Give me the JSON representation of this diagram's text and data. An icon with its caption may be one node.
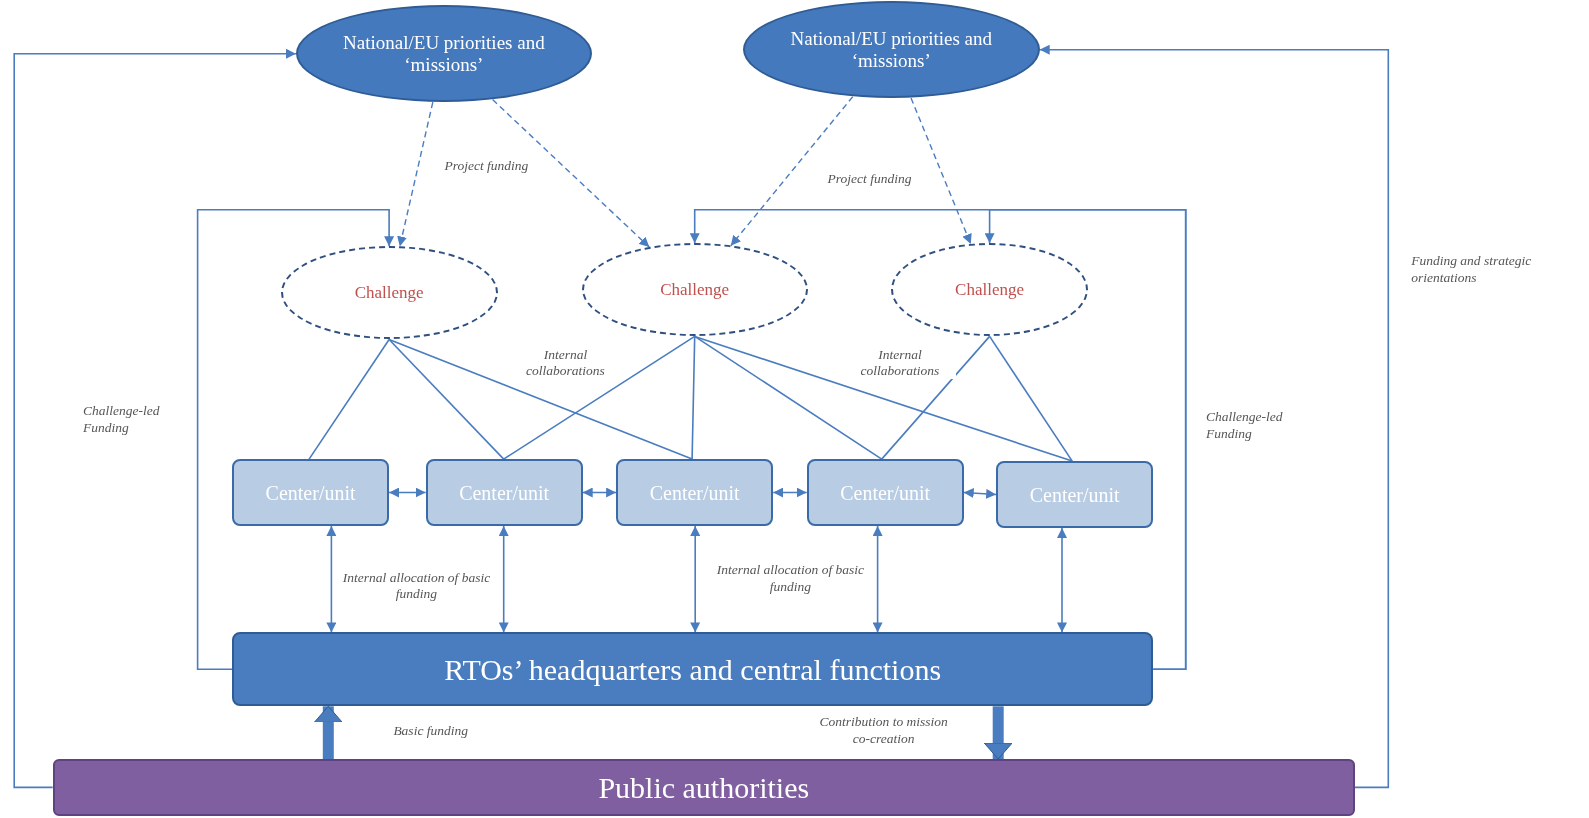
{
  "diagram": {
    "nodes": [
      {
        "text": [
          "National/EU priorities and ‘missions’"
        ]
      },
      {
        "text": [
          "National/EU priorities and ‘missions’"
        ]
      },
      {
        "text": [
          "Challenge"
        ]
      },
      {
        "text": [
          "Challenge"
        ]
      },
      {
        "text": [
          "Challenge"
        ]
      },
      {
        "text": [
          "Center/unit"
        ]
      },
      {
        "text": [
          "Center/unit"
        ]
      },
      {
        "text": [
          "Center/unit"
        ]
      },
      {
        "text": [
          "Center/unit"
        ]
      },
      {
        "text": [
          "Center/unit"
        ]
      },
      {
        "text": [
          "RTOs’ headquarters and central functions"
        ]
      },
      {
        "text": [
          "Public authorities"
        ]
      }
    ],
    "edges": [
      {
        "from": 11,
        "to": 0,
        "arrow": "to"
      },
      {
        "from": 11,
        "to": 1,
        "arrow": "to",
        "label": "Funding and strategic orientations"
      },
      {
        "from": 0,
        "to": 2,
        "arrow": "to",
        "style": "dashed",
        "label": "Project funding"
      },
      {
        "from": 0,
        "to": 3,
        "arrow": "to",
        "style": "dashed"
      },
      {
        "from": 1,
        "to": 3,
        "arrow": "to",
        "style": "dashed",
        "label": "Project funding"
      },
      {
        "from": 1,
        "to": 4,
        "arrow": "to",
        "style": "dashed"
      },
      {
        "from": 10,
        "to": 2,
        "arrow": "to",
        "label": "Challenge-led Funding"
      },
      {
        "from": 10,
        "to": 3,
        "arrow": "to"
      },
      {
        "from": 10,
        "to": 4,
        "arrow": "to",
        "label": "Challenge-led Funding"
      },
      {
        "from": 2,
        "to": 5,
        "arrow": "none"
      },
      {
        "from": 2,
        "to": 6,
        "arrow": "none"
      },
      {
        "from": 2,
        "to": 7,
        "arrow": "none"
      },
      {
        "from": 3,
        "to": 6,
        "arrow": "none"
      },
      {
        "from": 3,
        "to": 7,
        "arrow": "none"
      },
      {
        "from": 3,
        "to": 8,
        "arrow": "none"
      },
      {
        "from": 3,
        "to": 9,
        "arrow": "none"
      },
      {
        "from": 4,
        "to": 8,
        "arrow": "none"
      },
      {
        "from": 4,
        "to": 9,
        "arrow": "none"
      },
      {
        "from": 5,
        "to": 6,
        "arrow": "both"
      },
      {
        "from": 6,
        "to": 7,
        "arrow": "both"
      },
      {
        "from": 7,
        "to": 8,
        "arrow": "both"
      },
      {
        "from": 8,
        "to": 9,
        "arrow": "both"
      },
      {
        "from": 5,
        "to": 10,
        "arrow": "both"
      },
      {
        "from": 6,
        "to": 10,
        "arrow": "both"
      },
      {
        "from": 7,
        "to": 10,
        "arrow": "both"
      },
      {
        "from": 8,
        "to": 10,
        "arrow": "both"
      },
      {
        "from": 9,
        "to": 10,
        "arrow": "both"
      },
      {
        "from": 11,
        "to": 10,
        "arrow": "to",
        "style": "thick",
        "label": "Basic funding"
      },
      {
        "from": 10,
        "to": 11,
        "arrow": "to",
        "style": "thick",
        "label": "Contribution to mission co-creation"
      }
    ],
    "labels": [
      "Internal collaborations",
      "Internal collaborations",
      "Internal allocation of basic funding",
      "Internal allocation of basic funding"
    ]
  }
}
